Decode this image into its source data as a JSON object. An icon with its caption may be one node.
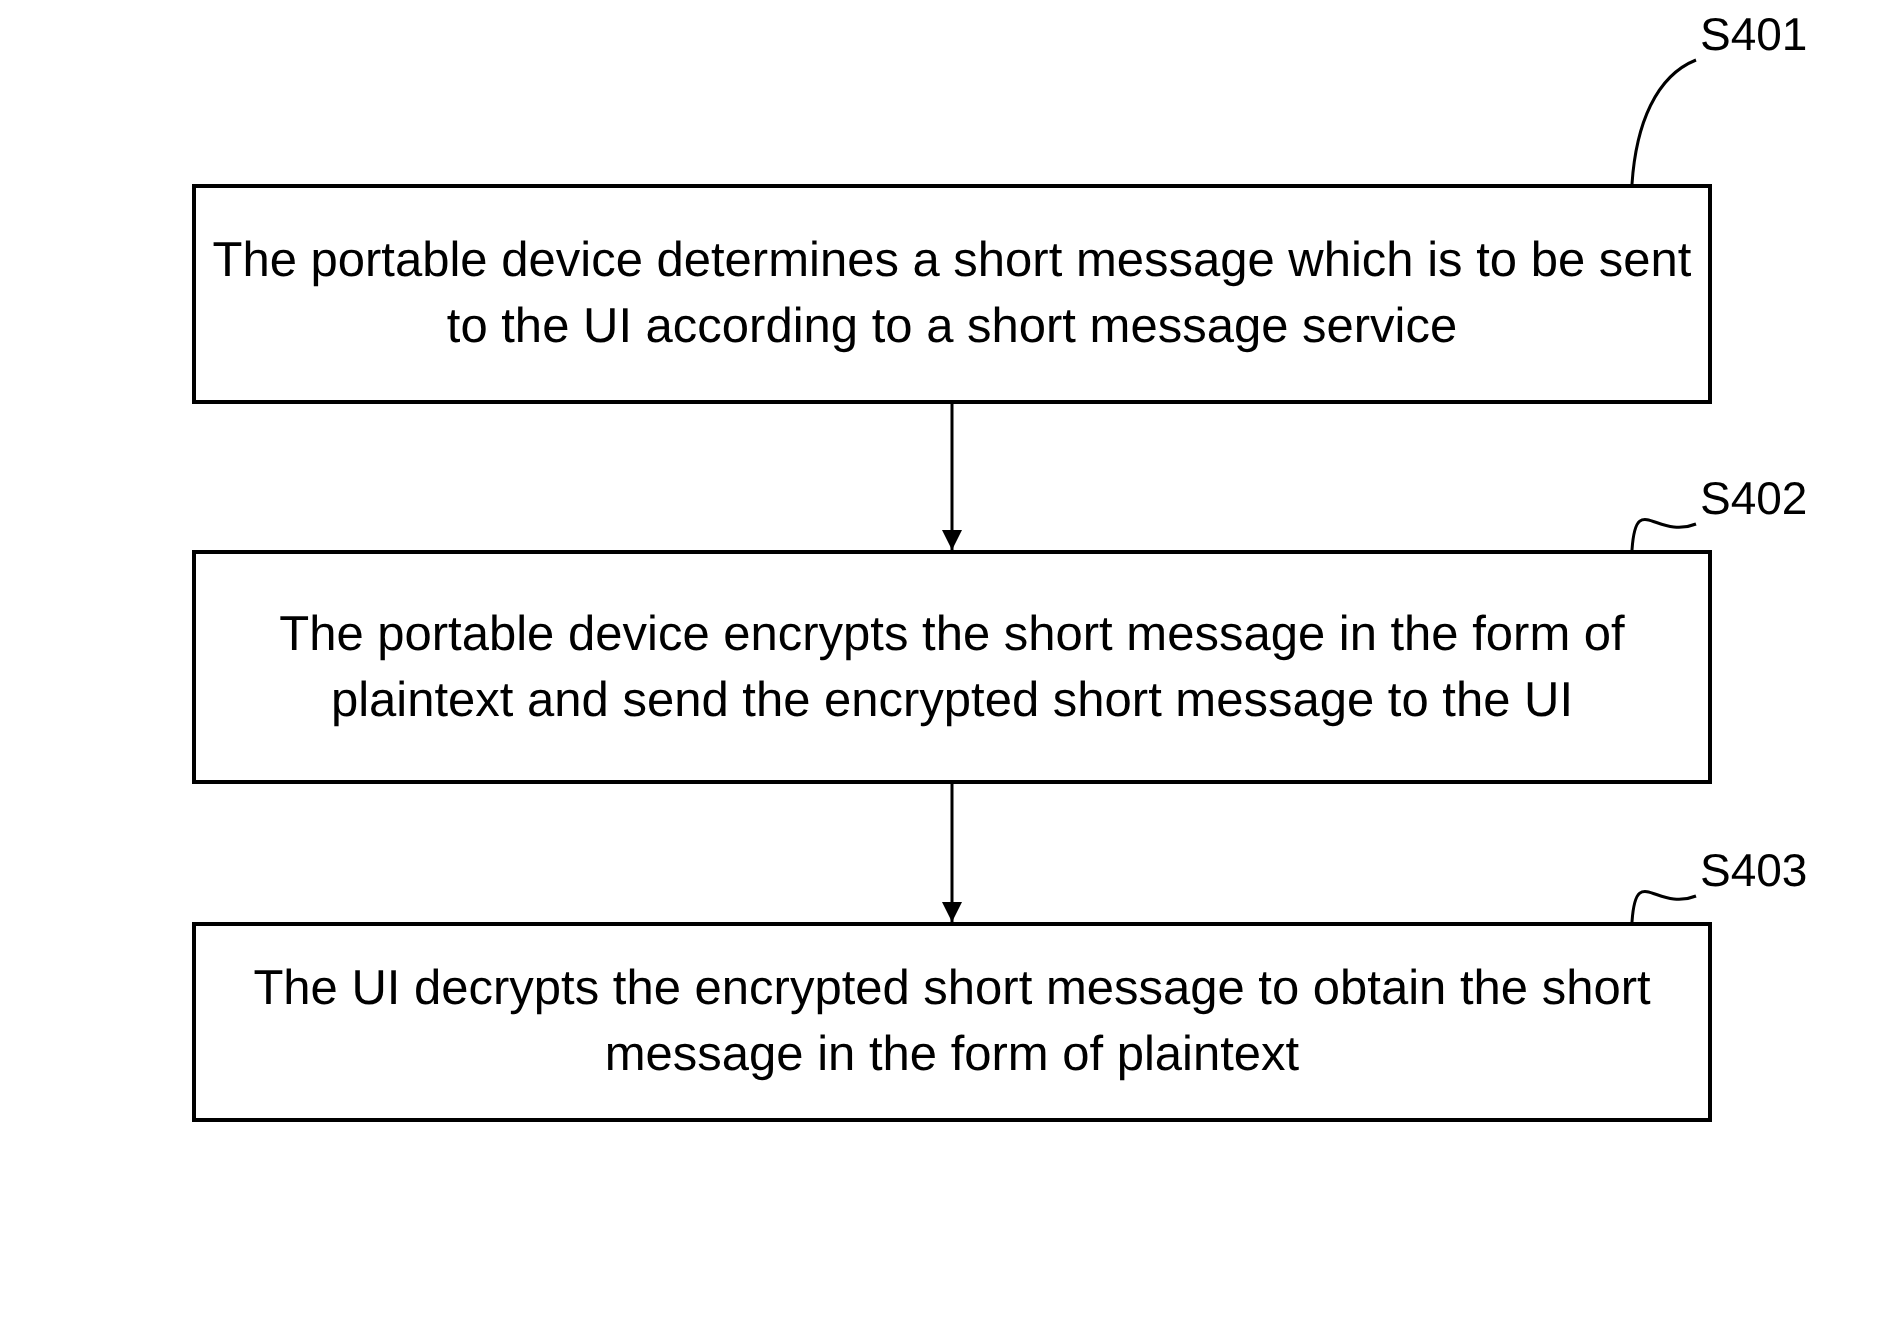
{
  "diagram": {
    "nodes": [
      {
        "text": [
          "The portable device determines a short message which is to be sent to the UI according to a short message service"
        ],
        "beside": [
          "S401"
        ]
      },
      {
        "text": [
          "The portable device encrypts the short message in the form of plaintext and send the encrypted short message to the UI"
        ],
        "beside": [
          "S402"
        ]
      },
      {
        "text": [
          "The UI decrypts the encrypted short message to obtain the short message in the form of plaintext"
        ],
        "beside": [
          "S403"
        ]
      }
    ],
    "edges": [
      {
        "from": 0,
        "to": 1,
        "arrow": "to"
      },
      {
        "from": 1,
        "to": 2,
        "arrow": "to"
      }
    ]
  }
}
